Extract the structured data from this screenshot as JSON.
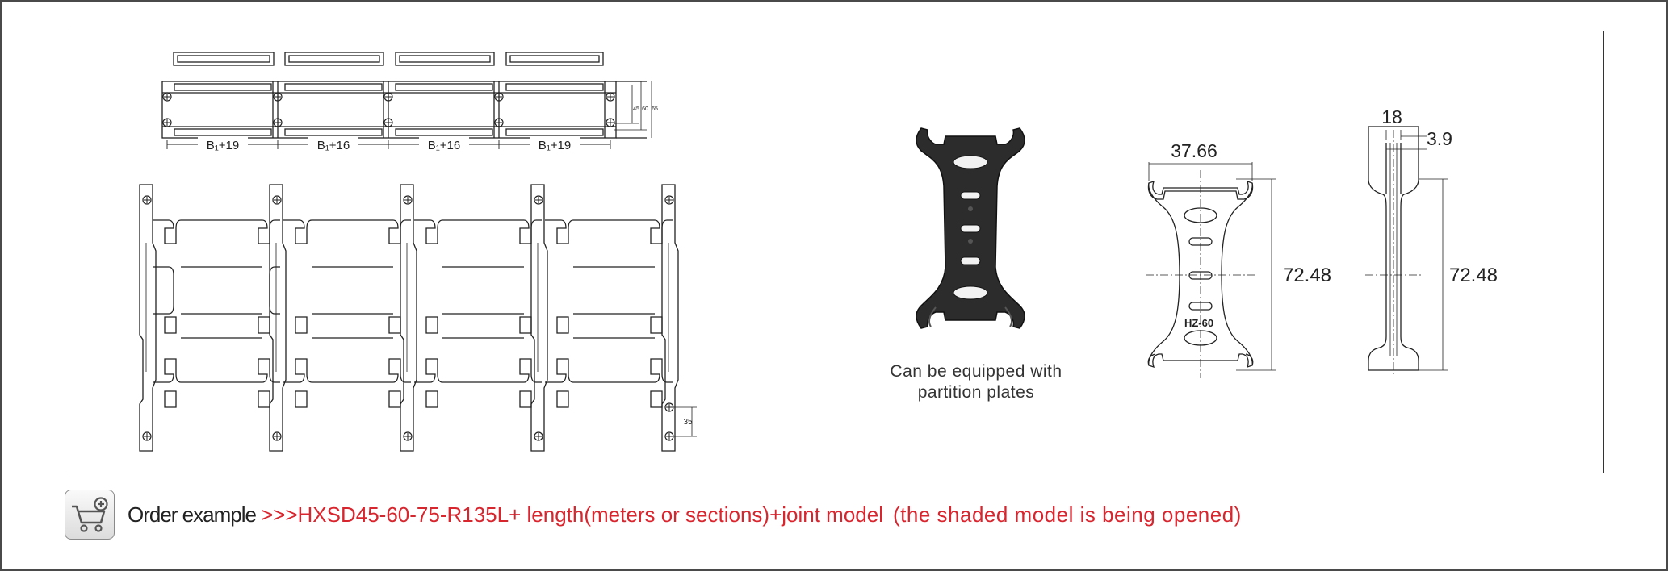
{
  "top_view": {
    "dimension_labels": [
      "B₁+19",
      "B₁+16",
      "B₁+16",
      "B₁+19"
    ],
    "side_dims": [
      "45",
      "60",
      "65"
    ]
  },
  "front_view": {
    "pitch_label": "35"
  },
  "partition_photo": {
    "caption_line1": "Can be equipped with",
    "caption_line2": "partition plates"
  },
  "partition_drawing": {
    "width_label": "37.66",
    "height_label": "72.48",
    "model_mark": "HZ-60"
  },
  "side_drawing": {
    "width_label": "18",
    "thickness_label": "3.9",
    "height_label": "72.48"
  },
  "order": {
    "label": "Order example",
    "model": ">>>HXSD45-60-75-R135L+ length(meters or sections)+joint model",
    "note": "(the shaded model is being opened)"
  },
  "icons": {
    "cart": "shopping-cart-add-icon"
  }
}
